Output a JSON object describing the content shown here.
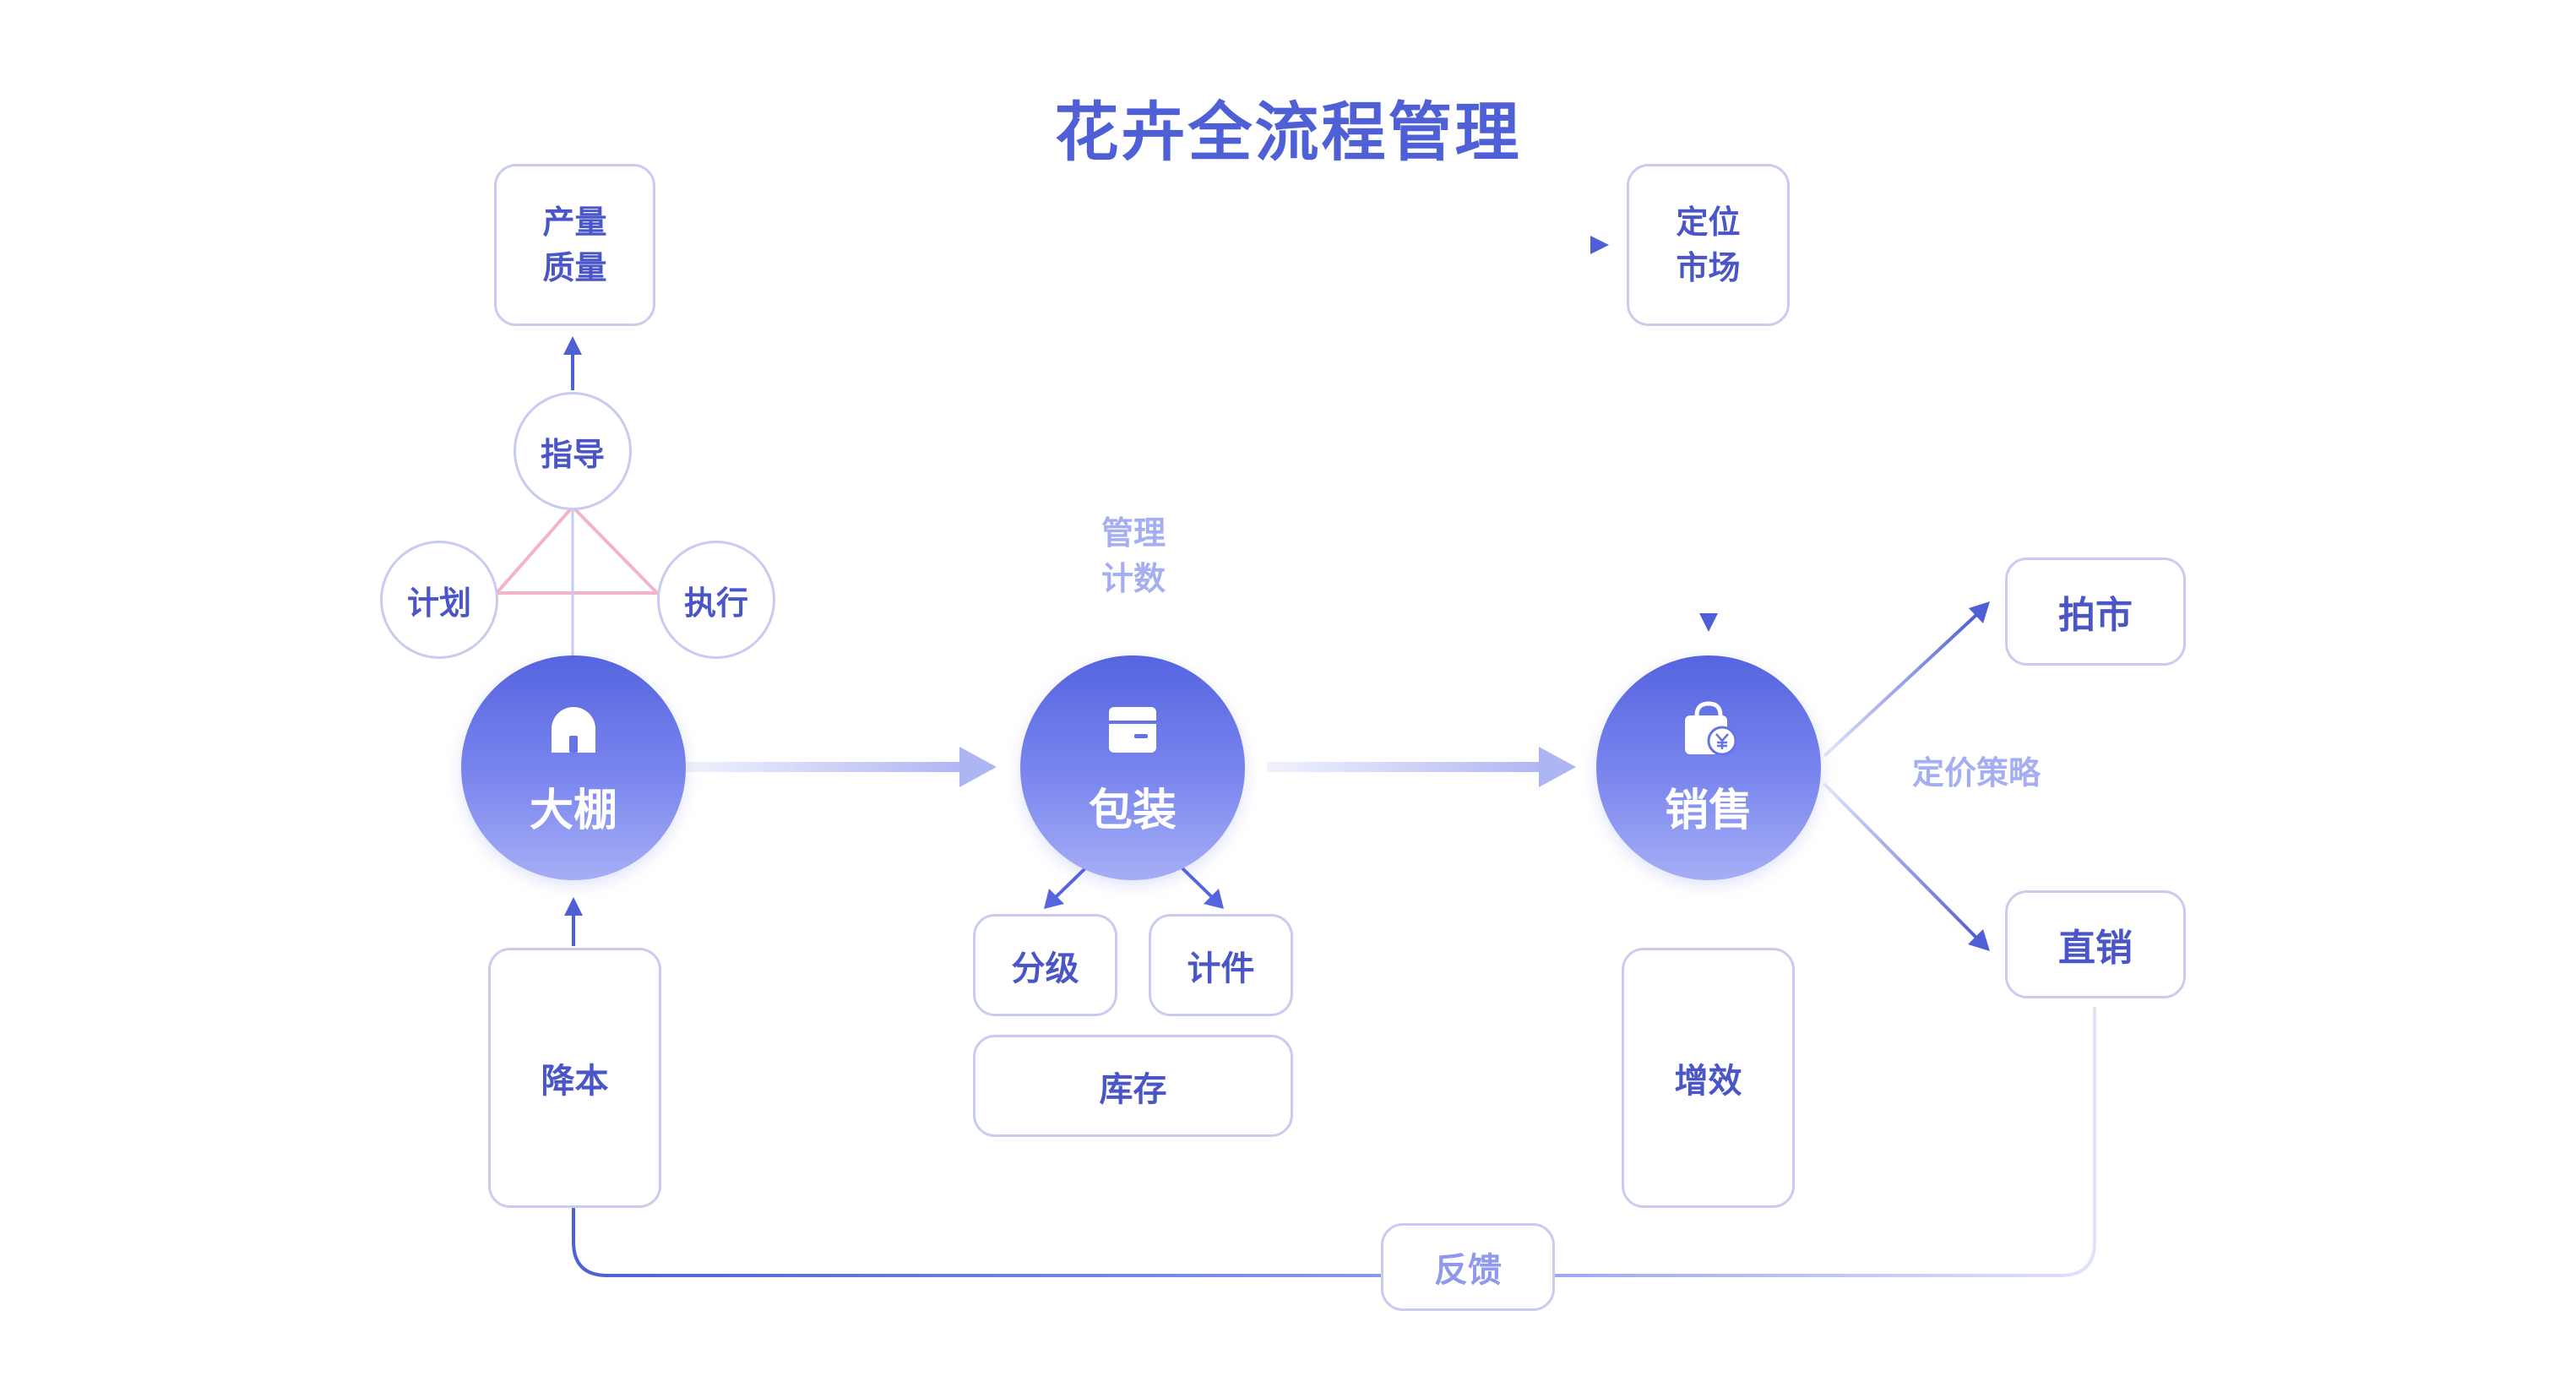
{
  "title": "花卉全流程管理",
  "nodes": {
    "output_quality": {
      "line1": "产量",
      "line2": "质量"
    },
    "position_market": {
      "line1": "定位",
      "line2": "市场"
    },
    "guide": "指导",
    "plan": "计划",
    "execute": "执行",
    "greenhouse": {
      "label": "大棚",
      "icon": "greenhouse-icon"
    },
    "packaging": {
      "label": "包装",
      "icon": "package-box-icon"
    },
    "sales": {
      "label": "销售",
      "icon": "shopping-bag-yen-icon"
    },
    "management_count": {
      "line1": "管理",
      "line2": "计数"
    },
    "grading": "分级",
    "piece_count": "计件",
    "inventory": "库存",
    "auction": "拍市",
    "direct_sales": "直销",
    "pricing_strategy": "定价策略",
    "cost_reduction": "降本",
    "efficiency": "增效",
    "feedback": "反馈"
  },
  "colors": {
    "primary": "#4f5fd6",
    "text": "#4a55c8",
    "border": "#c8ccef",
    "muted": "#a5aef2",
    "triangle": "#f3b3cc"
  }
}
